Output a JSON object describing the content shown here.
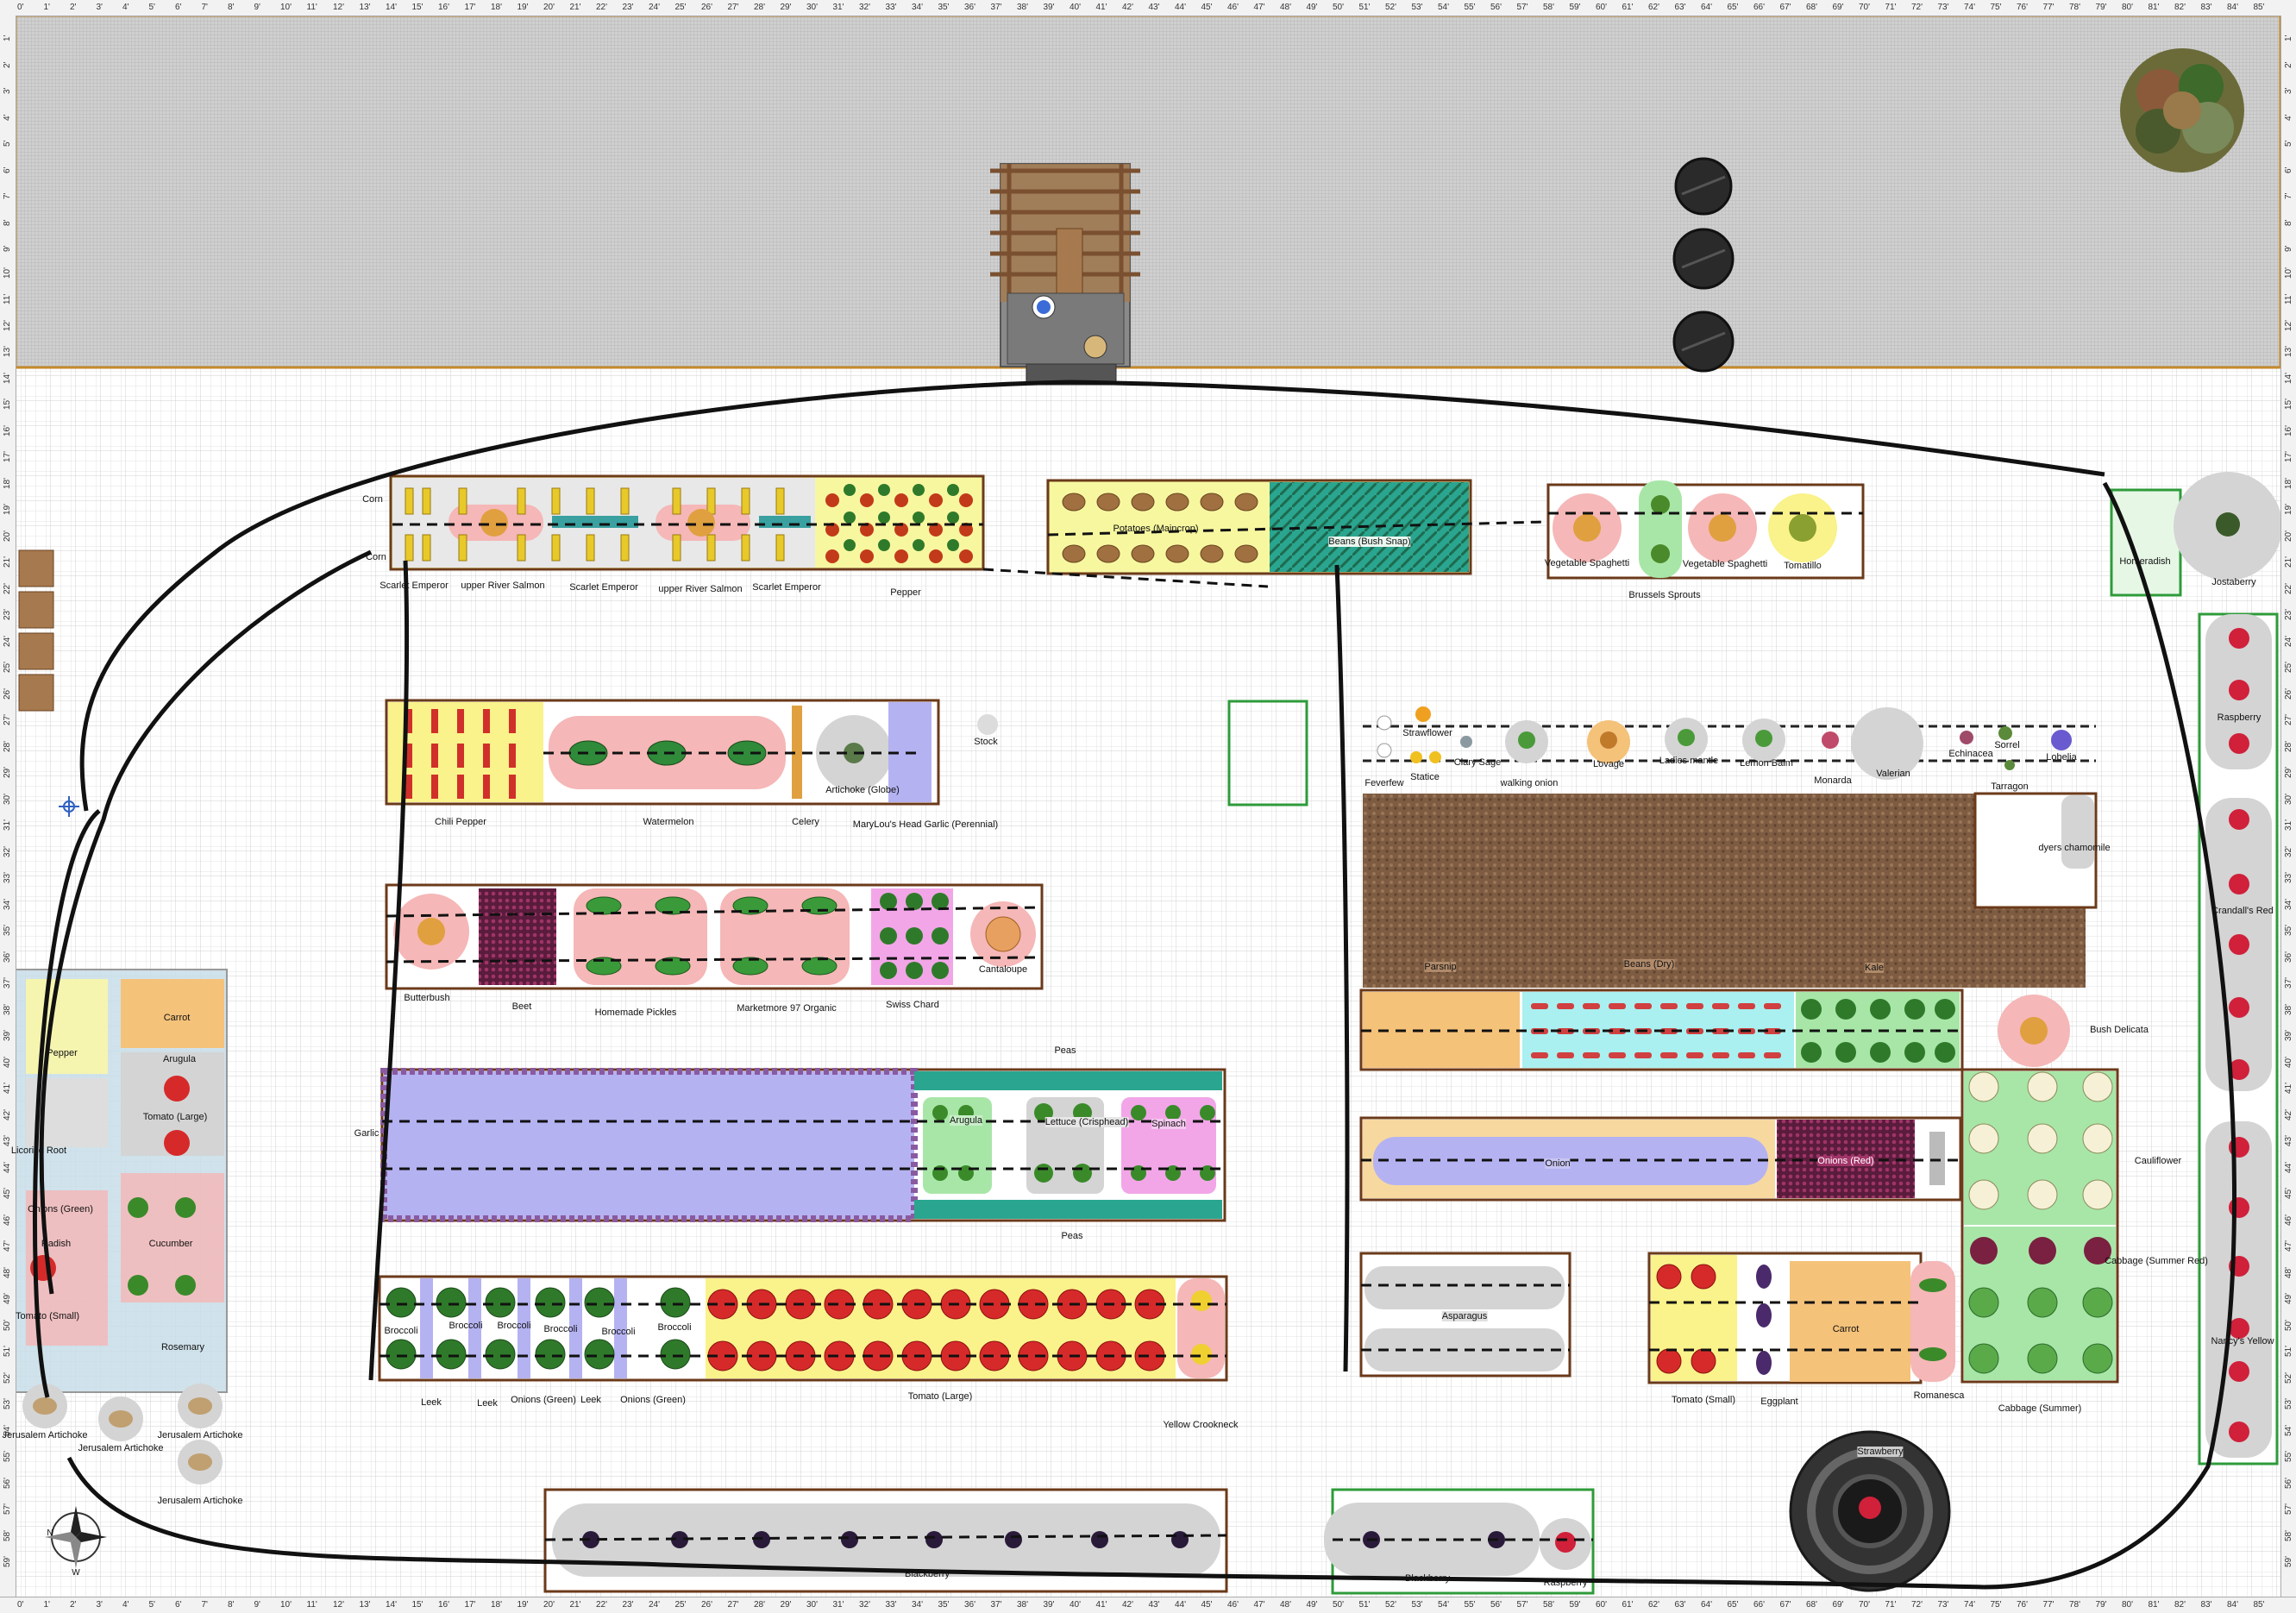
{
  "ruler": {
    "top_ticks": [
      "0'",
      "1'",
      "2'",
      "3'",
      "4'",
      "5'",
      "6'",
      "7'",
      "8'",
      "9'",
      "10'",
      "11'",
      "12'",
      "13'",
      "14'",
      "15'",
      "16'",
      "17'",
      "18'",
      "19'",
      "20'",
      "21'",
      "22'",
      "23'",
      "24'",
      "25'",
      "26'",
      "27'",
      "28'",
      "29'",
      "30'",
      "31'",
      "32'",
      "33'",
      "34'",
      "35'",
      "36'",
      "37'",
      "38'",
      "39'",
      "40'",
      "41'",
      "42'",
      "43'",
      "44'",
      "45'",
      "46'",
      "47'",
      "48'",
      "49'",
      "50'",
      "51'",
      "52'",
      "53'",
      "54'",
      "55'",
      "56'",
      "57'",
      "58'",
      "59'",
      "60'",
      "61'",
      "62'",
      "63'",
      "64'",
      "65'",
      "66'",
      "67'",
      "68'",
      "69'",
      "70'",
      "71'",
      "72'",
      "73'",
      "74'",
      "75'",
      "76'",
      "77'",
      "78'",
      "79'",
      "80'",
      "81'",
      "82'",
      "83'",
      "84'",
      "85'"
    ],
    "side_ticks": [
      "1'",
      "2'",
      "3'",
      "4'",
      "5'",
      "6'",
      "7'",
      "8'",
      "9'",
      "10'",
      "11'",
      "12'",
      "13'",
      "14'",
      "15'",
      "16'",
      "17'",
      "18'",
      "19'",
      "20'",
      "21'",
      "22'",
      "23'",
      "24'",
      "25'",
      "26'",
      "27'",
      "28'",
      "29'",
      "30'",
      "31'",
      "32'",
      "33'",
      "34'",
      "35'",
      "36'",
      "37'",
      "38'",
      "39'",
      "40'",
      "41'",
      "42'",
      "43'",
      "44'",
      "45'",
      "46'",
      "47'",
      "48'",
      "49'",
      "50'",
      "51'",
      "52'",
      "53'",
      "54'",
      "55'",
      "56'",
      "57'",
      "58'",
      "59'"
    ]
  },
  "compass": {
    "n": "N",
    "w": "W"
  },
  "beds": {
    "bed1": {
      "corn_a": "Corn",
      "corn_b": "Corn",
      "scarlet1": "Scarlet Emperor",
      "salmon1": "upper River Salmon",
      "scarlet2": "Scarlet Emperor",
      "salmon2": "upper River Salmon",
      "scarlet3": "Scarlet Emperor",
      "pepper": "Pepper"
    },
    "bed2": {
      "potatoes": "Potatoes (Maincrop)",
      "beans": "Beans (Bush Snap)"
    },
    "bed3": {
      "spaghetti1": "Vegetable Spaghetti",
      "spaghetti2": "Vegetable Spaghetti",
      "tomatillo": "Tomatillo",
      "brussels": "Brussels Sprouts"
    },
    "bed4": {
      "chili": "Chili Pepper",
      "watermelon": "Watermelon",
      "celery": "Celery",
      "artichoke": "Artichoke (Globe)",
      "garlic": "MaryLou's Head Garlic (Perennial)",
      "stock": "Stock"
    },
    "bed5": {
      "butterbush": "Butterbush",
      "beet": "Beet",
      "pickles": "Homemade Pickles",
      "marketmore": "Marketmore 97 Organic",
      "chard": "Swiss Chard",
      "cantaloupe": "Cantaloupe"
    },
    "bed6": {
      "peas_top": "Peas",
      "garlic": "Garlic",
      "arugula": "Arugula",
      "lettuce": "Lettuce (Crisphead)",
      "spinach": "Spinach",
      "peas_bottom": "Peas"
    },
    "bed7": {
      "broccoli1": "Broccoli",
      "broccoli2": "Broccoli",
      "broccoli3": "Broccoli",
      "broccoli4": "Broccoli",
      "broccoli5": "Broccoli",
      "broccoli6": "Broccoli",
      "leek1": "Leek",
      "leek2": "Leek",
      "onions_green1": "Onions (Green)",
      "leek3": "Leek",
      "onions_green2": "Onions (Green)",
      "tomato_large": "Tomato (Large)",
      "crookneck": "Yellow Crookneck"
    },
    "herbs": {
      "feverfew": "Feverfew",
      "strawflower": "Strawflower",
      "statice": "Statice",
      "clary": "Clary Sage",
      "walking_onion": "walking onion",
      "lovage": "Lovage",
      "ladies_mantle": "Ladies mantle",
      "lemon_balm": "Lemon Balm",
      "monarda": "Monarda",
      "valerian": "Valerian",
      "echinacea": "Echinacea",
      "sorrel": "Sorrel",
      "lobelia": "Lobelia",
      "tarragon": "Tarragon",
      "dyers": "dyers chamomile"
    },
    "right_rows": {
      "parsnip": "Parsnip",
      "beans_dry": "Beans (Dry)",
      "kale": "Kale",
      "bush_delicata": "Bush Delicata",
      "onion": "Onion",
      "onions_red": "Onions (Red)",
      "cauliflower": "Cauliflower",
      "cabbage_red": "Cabbage (Summer Red)",
      "cabbage_summer": "Cabbage (Summer)",
      "asparagus": "Asparagus",
      "tomato_small": "Tomato (Small)",
      "eggplant": "Eggplant",
      "carrot": "Carrot",
      "romanesca": "Romanesca"
    },
    "greenhouse": {
      "carrot": "Carrot",
      "pepper": "Pepper",
      "arugula": "Arugula",
      "tomato_large": "Tomato (Large)",
      "licorice": "Licorice Root",
      "onions_green": "Onions (Green)",
      "radish": "Radish",
      "cucumber": "Cucumber",
      "tomato_small": "Tomato (Small)",
      "rosemary": "Rosemary"
    },
    "jerusalem": {
      "j1": "Jerusalem Artichoke",
      "j2": "Jerusalem Artichoke",
      "j3": "Jerusalem Artichoke",
      "j4": "Jerusalem Artichoke"
    },
    "berries": {
      "horseradish": "Horseradish",
      "jostaberry": "Jostaberry",
      "raspberry": "Raspberry",
      "crandall": "Crandall's Red",
      "nancy": "Nancy's Yellow",
      "blackberry1": "Blackberry",
      "blackberry2": "Blackberry",
      "raspberry2": "Raspberry",
      "strawberry": "Strawberry"
    }
  },
  "colors": {
    "lawn": "#c9c9c9",
    "bed_border": "#6b3a1a",
    "trellis_border": "#2e9b3a",
    "pink": "#f5b7b7",
    "yellow": "#faf28a",
    "lavender": "#b5b2f2",
    "gray_pad": "#d4d4d4",
    "soil": "#8a6a4f"
  }
}
